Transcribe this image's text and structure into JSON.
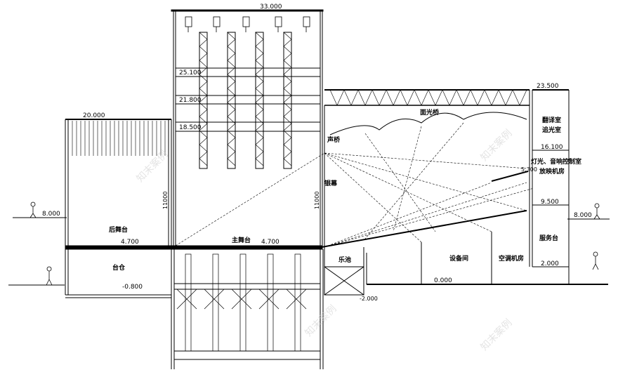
{
  "elevations": {
    "top": "33.000",
    "grid_1": "25.100",
    "grid_2": "21.800",
    "grid_3": "18.500",
    "rear_stage_top": "20.000",
    "roof_right": "23.500",
    "control_floor": "16.100",
    "booth_floor": "9.500",
    "service_floor": "2.000",
    "left_entry": "8.000",
    "right_entry": "8.000",
    "stage_level": "4.700",
    "stage_level_2": "4.700",
    "basement": "-0.800",
    "ground": "0.000",
    "pit_bottom": "-2.000",
    "balcony": "5.300"
  },
  "dimensions": {
    "rear_height": "11000",
    "proscenium_height": "11000"
  },
  "rooms": {
    "rear_stage": "后舞台",
    "storage": "台仓",
    "main_stage": "主舞台",
    "orchestra_pit": "乐池",
    "equipment": "设备间",
    "hvac": "空调机房",
    "service": "服务台",
    "followspot": "面光桥",
    "sound_bridge": "声桥",
    "curtain": "银幕",
    "projection": "翻译室",
    "followspot_room": "追光室",
    "control": "灯光、音响控制室",
    "cinema_booth": "放映机房"
  },
  "watermark": "知末案例"
}
